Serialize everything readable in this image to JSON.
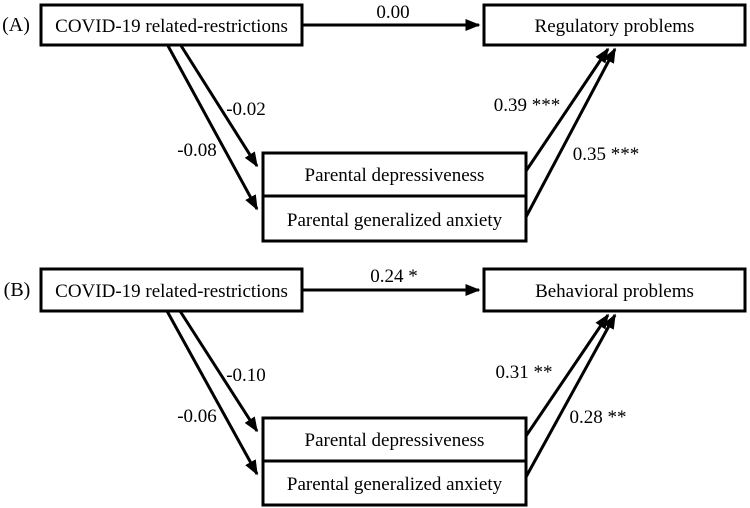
{
  "figure": {
    "background_color": "#ffffff",
    "line_color": "#000000",
    "box_fill_color": "#ffffff"
  },
  "panels": [
    {
      "tag": "(A)",
      "predictor": "COVID-19 related-restrictions",
      "outcome": "Regulatory problems",
      "mediator1": "Parental depressiveness",
      "mediator2": "Parental generalized anxiety",
      "coef_direct": "0.00",
      "coef_pred_m1": "-0.02",
      "coef_pred_m2": "-0.08",
      "coef_m1_out": "0.39 ***",
      "coef_m2_out": "0.35 ***"
    },
    {
      "tag": "(B)",
      "predictor": "COVID-19 related-restrictions",
      "outcome": "Behavioral problems",
      "mediator1": "Parental depressiveness",
      "mediator2": "Parental generalized anxiety",
      "coef_direct": "0.24 *",
      "coef_pred_m1": "-0.10",
      "coef_pred_m2": "-0.06",
      "coef_m1_out": "0.31 **",
      "coef_m2_out": "0.28 **"
    }
  ]
}
